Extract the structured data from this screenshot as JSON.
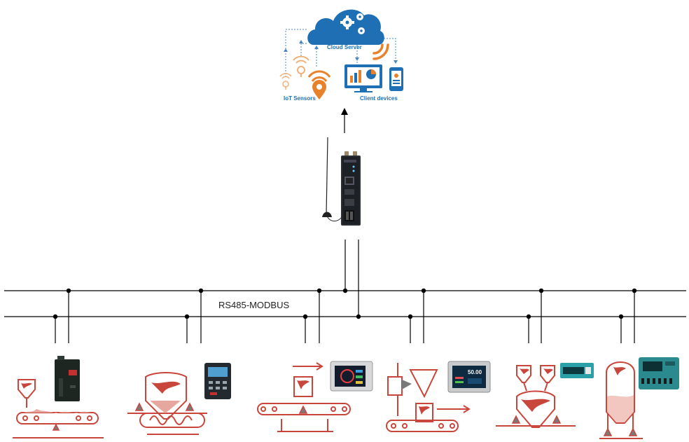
{
  "cloud": {
    "title": "Cloud Server",
    "left_caption": "IoT Sensors",
    "right_caption": "Client devices"
  },
  "bus": {
    "label": "RS485-MODBUS"
  },
  "colors": {
    "cloud_blue": "#1f6fb5",
    "sensor_orange": "#e8822a",
    "process_red": "#c8463c",
    "line_black": "#000000"
  },
  "icons": [
    "cloud-icon",
    "gear-icon",
    "wifi-icon",
    "location-pin-icon",
    "monitor-chart-icon",
    "phone-icon",
    "gateway-device-icon",
    "antenna-icon",
    "display-controller-icon"
  ],
  "controllers": {
    "c3": {
      "display": ""
    },
    "c4": {
      "display": "50.00"
    }
  }
}
